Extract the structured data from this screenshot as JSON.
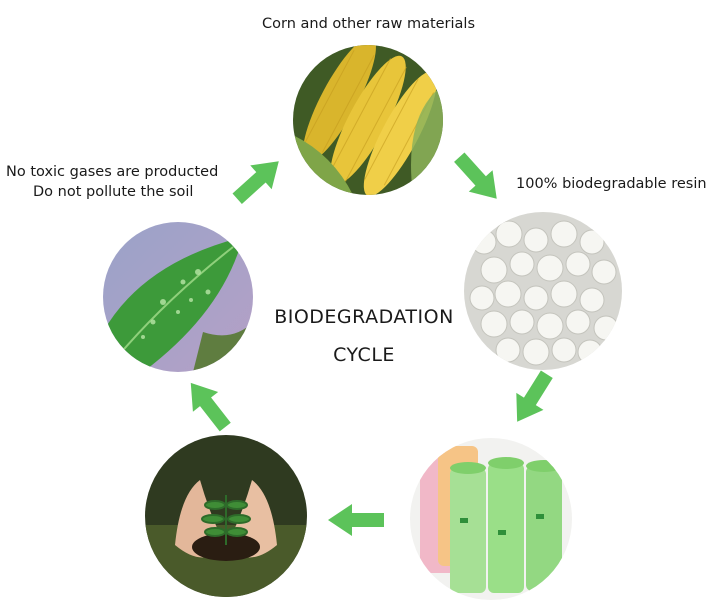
{
  "cycle": {
    "title_line1": "BIODEGRADATION",
    "title_line2": "CYCLE",
    "top_label": "Corn and other raw materials",
    "right_label": "100% biodegradable resin",
    "left_label_line1": "No toxic gases are producted",
    "left_label_line2": "Do not pollute the soil"
  },
  "colors": {
    "arrow": "#5cc35a",
    "leaf": "#3d9a3a",
    "corn": "#e7c43a",
    "bag_green": "#9adf88",
    "bag_pink": "#f1b8c8"
  },
  "images": [
    "corn-image",
    "resin-pellets-image",
    "bag-rolls-image",
    "seedling-in-hands-image",
    "leaf-image"
  ]
}
